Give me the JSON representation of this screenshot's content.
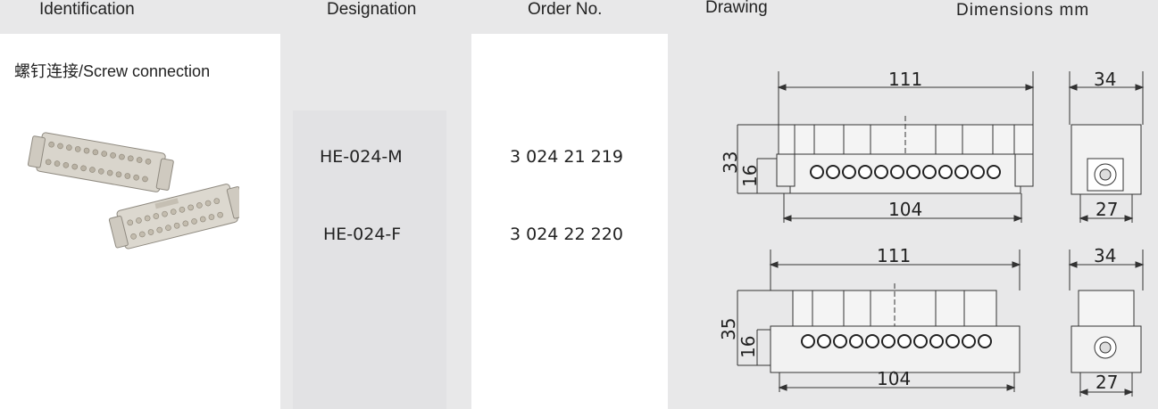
{
  "header": {
    "identification": "Identification",
    "designation": "Designation",
    "order_no": "Order No.",
    "drawing": "Drawing",
    "dimensions": "Dimensions  mm"
  },
  "identification": {
    "connection_label": "螺钉连接/Screw connection",
    "product_image": "connector-photo"
  },
  "rows": [
    {
      "designation": "HE-024-M",
      "order_no": "3 024 21 219"
    },
    {
      "designation": "HE-024-F",
      "order_no": "3 024 22 220"
    }
  ],
  "drawings": [
    {
      "width_top": "111",
      "height_total": "33",
      "height_inner": "16",
      "width_bottom": "104",
      "side_top": "34",
      "side_bottom": "27"
    },
    {
      "width_top": "111",
      "height_total": "35",
      "height_inner": "16",
      "width_bottom": "104",
      "side_top": "34",
      "side_bottom": "27"
    }
  ]
}
